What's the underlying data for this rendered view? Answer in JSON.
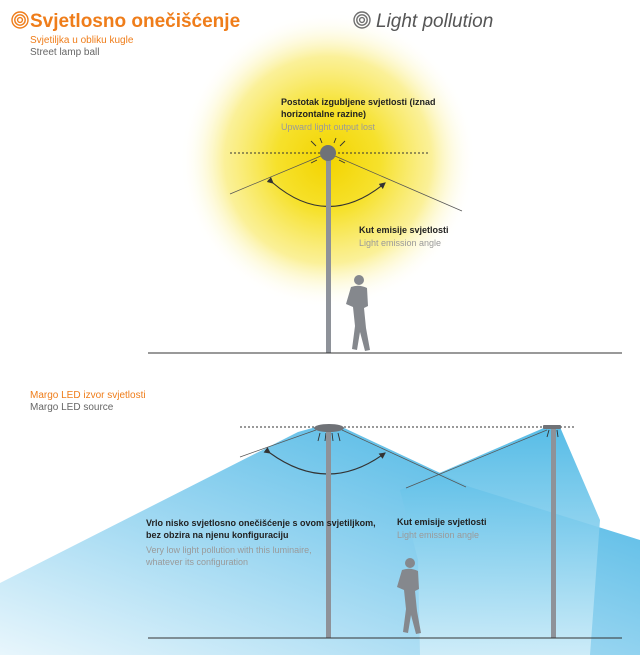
{
  "colors": {
    "orange": "#ef7d1a",
    "grey_text": "#666666",
    "light_text": "#9a9a9a",
    "glow_yellow": "#f7e53a",
    "led_blue": "#4db8e6",
    "pole": "#8e9299"
  },
  "header": {
    "title_hr": "Svjetlosno onečišćenje",
    "title_en": "Light pollution",
    "title_icon": "concentric-rings-icon"
  },
  "section1": {
    "name_hr": "Svjetiljka u obliku kugle",
    "name_en": "Street lamp ball",
    "upward_label_hr_line1": "Postotak izgubljene svjetlosti (iznad",
    "upward_label_hr_line2": "horizontalne razine)",
    "upward_label_en": "Upward light output lost",
    "angle_label_hr": "Kut emisije svjetlosti",
    "angle_label_en": "Light emission angle"
  },
  "section2": {
    "name_hr": "Margo LED izvor svjetlosti",
    "name_en": "Margo LED source",
    "note_hr_line1": "Vrlo nisko svjetlosno onečišćenje s ovom svjetiljkom,",
    "note_hr_line2": "bez obzira na njenu konfiguraciju",
    "note_en_line1": "Very low light pollution with this luminaire,",
    "note_en_line2": "whatever its configuration",
    "angle_label_hr": "Kut emisije svjetlosti",
    "angle_label_en": "Light emission angle"
  }
}
